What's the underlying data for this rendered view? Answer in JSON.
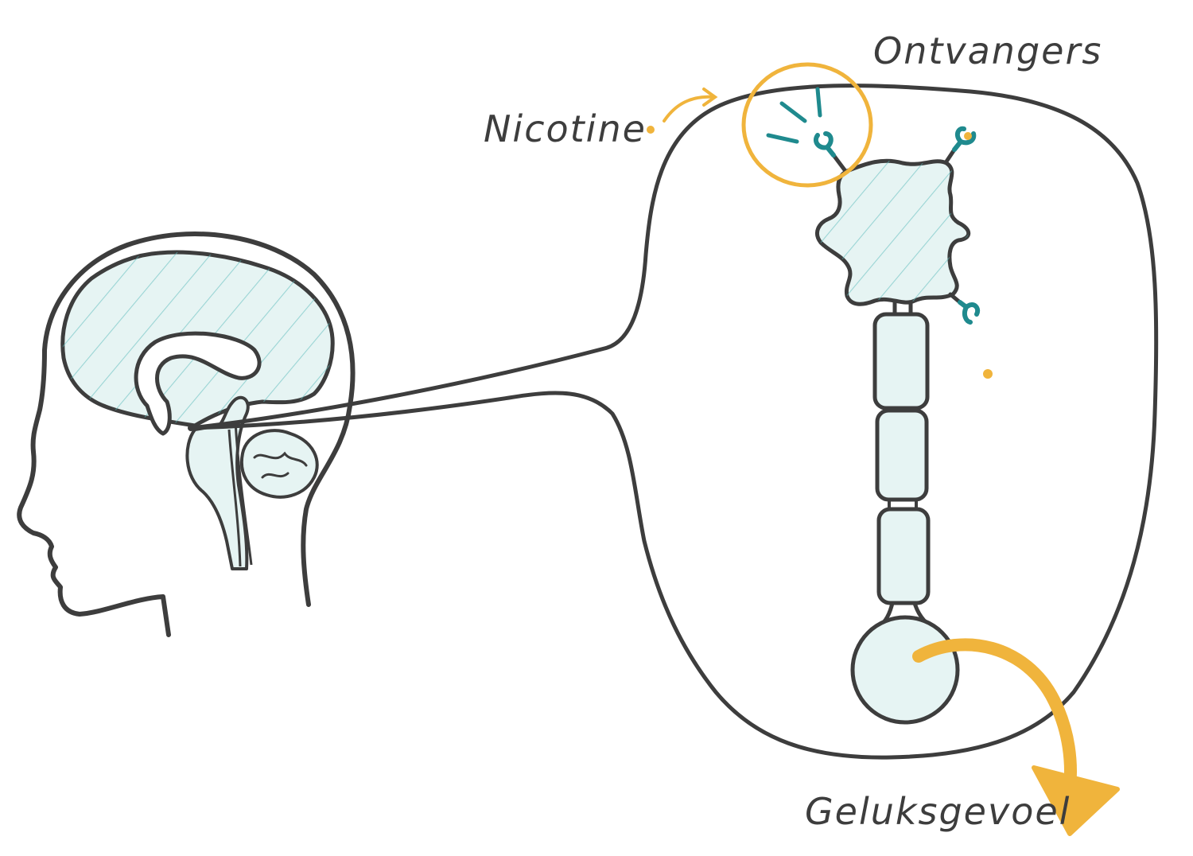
{
  "labels": {
    "receptors": "Ontvangers",
    "nicotine": "Nicotine",
    "happiness": "Geluksgevoel"
  },
  "colors": {
    "outline": "#3d3d3d",
    "accent": "#f0b43c",
    "receptor": "#1f8a8e",
    "fill": "#e6f4f3",
    "hatch": "#5cbcbc"
  }
}
